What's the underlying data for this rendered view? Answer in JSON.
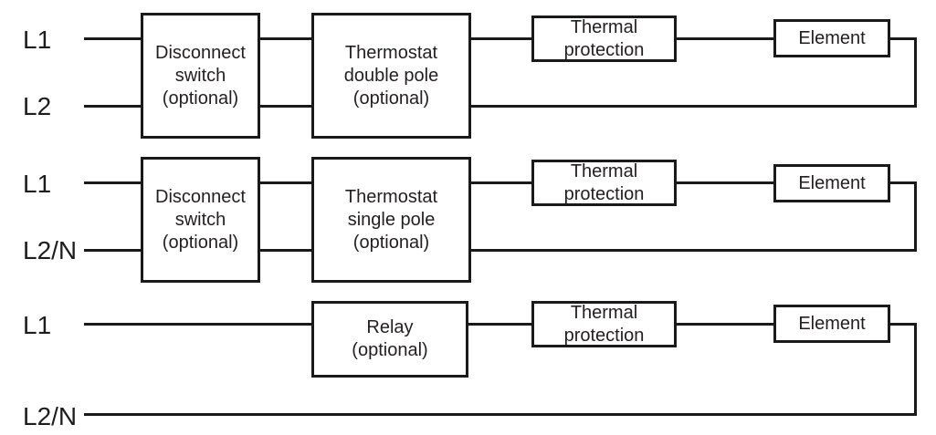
{
  "diagram": {
    "type": "wiring-block-diagram",
    "description": "Three heater wiring circuits: double pole, single pole, relay controlled",
    "colors": {
      "wire": "#1a1a1a",
      "text": "#231f20",
      "box_border": "#1a1a1a",
      "box_background": "#ffffff",
      "page_background": "#ffffff"
    },
    "circuits": [
      {
        "id": "double-pole-circuit",
        "line1": "L1",
        "line2": "L2",
        "blocks": {
          "disconnect": "Disconnect\nswitch\n(optional)",
          "thermostat": "Thermostat\ndouble pole\n(optional)",
          "thermal": "Thermal\nprotection",
          "element": "Element"
        }
      },
      {
        "id": "single-pole-circuit",
        "line1": "L1",
        "line2": "L2/N",
        "blocks": {
          "disconnect": "Disconnect\nswitch\n(optional)",
          "thermostat": "Thermostat\nsingle pole\n(optional)",
          "thermal": "Thermal\nprotection",
          "element": "Element"
        }
      },
      {
        "id": "relay-circuit",
        "line1": "L1",
        "line2": "L2/N",
        "blocks": {
          "relay": "Relay\n(optional)",
          "thermal": "Thermal\nprotection",
          "element": "Element"
        }
      }
    ]
  }
}
